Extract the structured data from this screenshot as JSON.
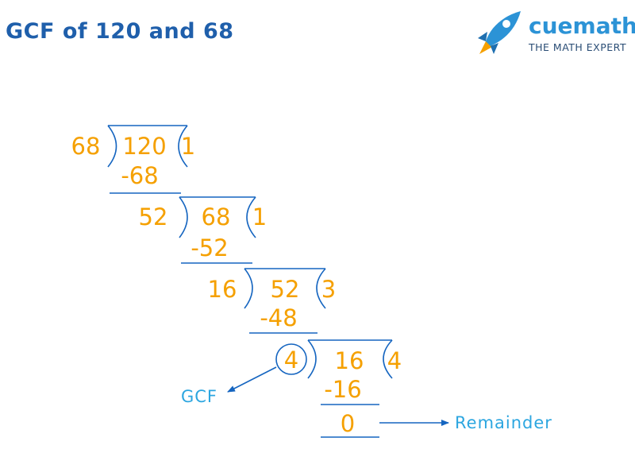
{
  "page": {
    "title": "GCF of 120 and 68"
  },
  "logo": {
    "name": "cuemath",
    "tagline": "THE MATH EXPERT",
    "icon": "rocket-icon"
  },
  "steps": [
    {
      "divisor": "68",
      "dividend": "120",
      "quotient": "1",
      "subtract": "-68"
    },
    {
      "divisor": "52",
      "dividend": "68",
      "quotient": "1",
      "subtract": "-52"
    },
    {
      "divisor": "16",
      "dividend": "52",
      "quotient": "3",
      "subtract": "-48"
    },
    {
      "divisor": "4",
      "dividend": "16",
      "quotient": "4",
      "subtract": "-16"
    }
  ],
  "final_remainder": "0",
  "labels": {
    "gcf": "GCF",
    "remainder": "Remainder"
  },
  "colors": {
    "title": "#1f5fab",
    "numbers": "#f5a000",
    "lines": "#1565c0",
    "labels": "#2ca6e0",
    "logo": "#2c93d6",
    "rocket_body": "#2c93d6",
    "rocket_flame": "#f5a000"
  }
}
